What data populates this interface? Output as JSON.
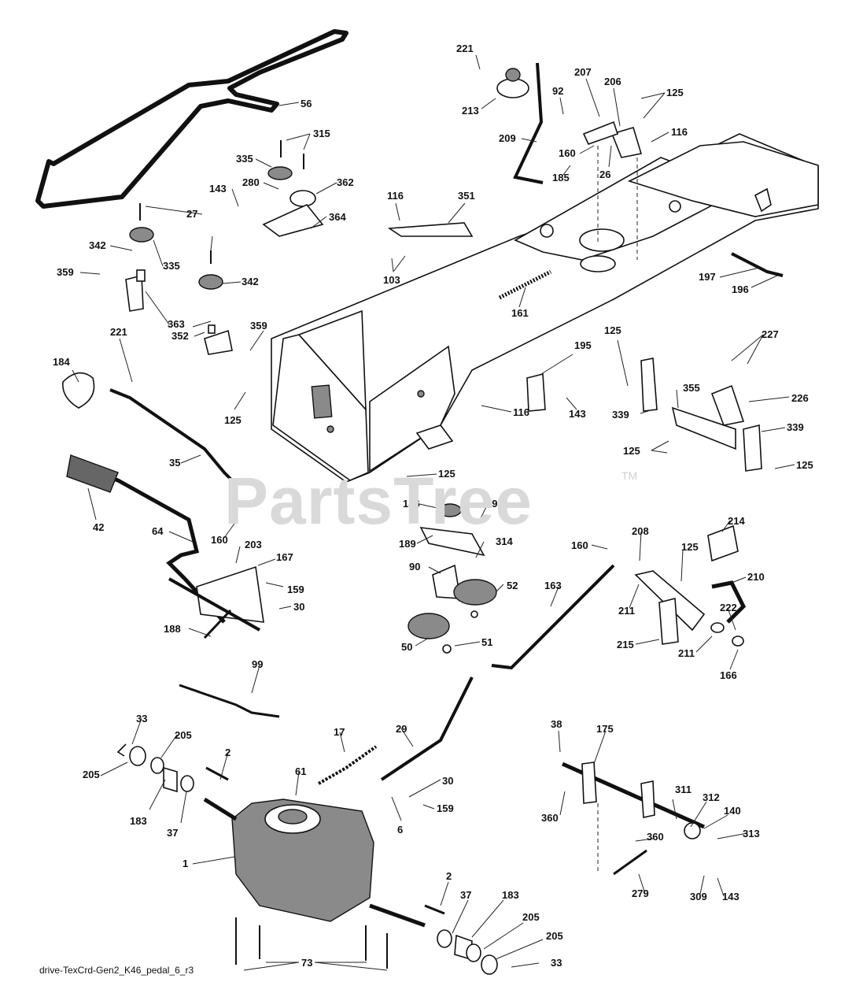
{
  "watermark": {
    "text": "PartsTree",
    "tm": "TM"
  },
  "caption": "drive-TexCrd-Gen2_K46_pedal_6_r3",
  "parts": {
    "p56": "56",
    "p315": "315",
    "p335a": "335",
    "p280": "280",
    "p362": "362",
    "p143a": "143",
    "p364": "364",
    "p27": "27",
    "p342a": "342",
    "p335b": "335",
    "p342b": "342",
    "p359a": "359",
    "p363": "363",
    "p359b": "359",
    "p352": "352",
    "p221a": "221",
    "p213": "213",
    "p207": "207",
    "p92": "92",
    "p206": "206",
    "p125a": "125",
    "p209": "209",
    "p116a": "116",
    "p160a": "160",
    "p26": "26",
    "p185": "185",
    "p116b": "116",
    "p351": "351",
    "p103": "103",
    "p161": "161",
    "p197": "197",
    "p196": "196",
    "p184": "184",
    "p221b": "221",
    "p125b": "125",
    "p195": "195",
    "p143b": "143",
    "p116c": "116",
    "p125c": "125",
    "p227": "227",
    "p355": "355",
    "p226": "226",
    "p339a": "339",
    "p339b": "339",
    "p125d": "125",
    "p125e": "125",
    "p35": "35",
    "p125f": "125",
    "p42": "42",
    "p64": "64",
    "p160b": "160",
    "p203": "203",
    "p167": "167",
    "p159a": "159",
    "p30a": "30",
    "p188": "188",
    "p186": "186",
    "p49": "49",
    "p189": "189",
    "p314": "314",
    "p90": "90",
    "p52": "52",
    "p50": "50",
    "p51": "51",
    "p214": "214",
    "p208": "208",
    "p160c": "160",
    "p125g": "125",
    "p210": "210",
    "p163": "163",
    "p211a": "211",
    "p222": "222",
    "p215": "215",
    "p211b": "211",
    "p166": "166",
    "p99": "99",
    "p33a": "33",
    "p205a": "205",
    "p205b": "205",
    "p2a": "2",
    "p17": "17",
    "p29": "29",
    "p61": "61",
    "p183a": "183",
    "p37a": "37",
    "p30b": "30",
    "p159b": "159",
    "p6": "6",
    "p1": "1",
    "p38": "38",
    "p175": "175",
    "p360a": "360",
    "p311": "311",
    "p312": "312",
    "p140": "140",
    "p313": "313",
    "p360b": "360",
    "p279": "279",
    "p309": "309",
    "p143c": "143",
    "p2b": "2",
    "p37b": "37",
    "p183b": "183",
    "p205c": "205",
    "p205d": "205",
    "p33b": "33",
    "p73": "73"
  }
}
